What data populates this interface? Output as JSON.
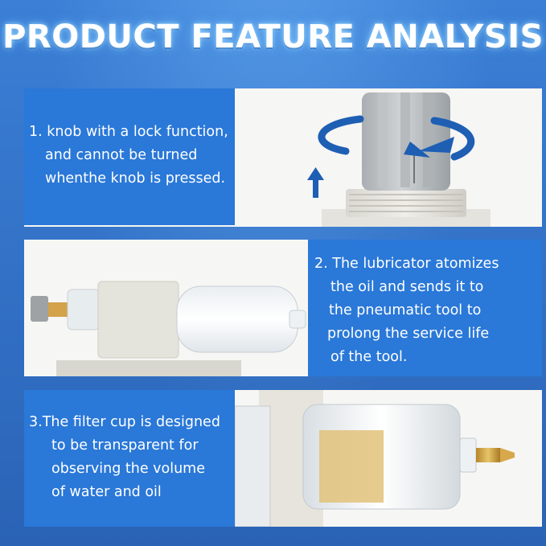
{
  "header": {
    "title": "PRODUCT FEATURE ANALYSIS"
  },
  "features": [
    {
      "lines": [
        "1. knob with a lock function,",
        "and cannot be turned",
        "whenthe knob is pressed."
      ]
    },
    {
      "lines": [
        "2. The lubricator atomizes",
        "the oil and sends it to",
        "the pneumatic tool to",
        "prolong the service life",
        "of the tool."
      ]
    },
    {
      "lines": [
        "3.The filter cup is designed",
        "to be transparent for",
        "observing the volume",
        "of water and oil"
      ]
    }
  ],
  "colors": {
    "background": "#2f6bbf",
    "text_box": "#2a78d8",
    "panel": "#f6f6f4",
    "arrow": "#1e5fb4"
  },
  "icons": [
    "rotate-arrow-icon",
    "up-arrow-icon"
  ]
}
